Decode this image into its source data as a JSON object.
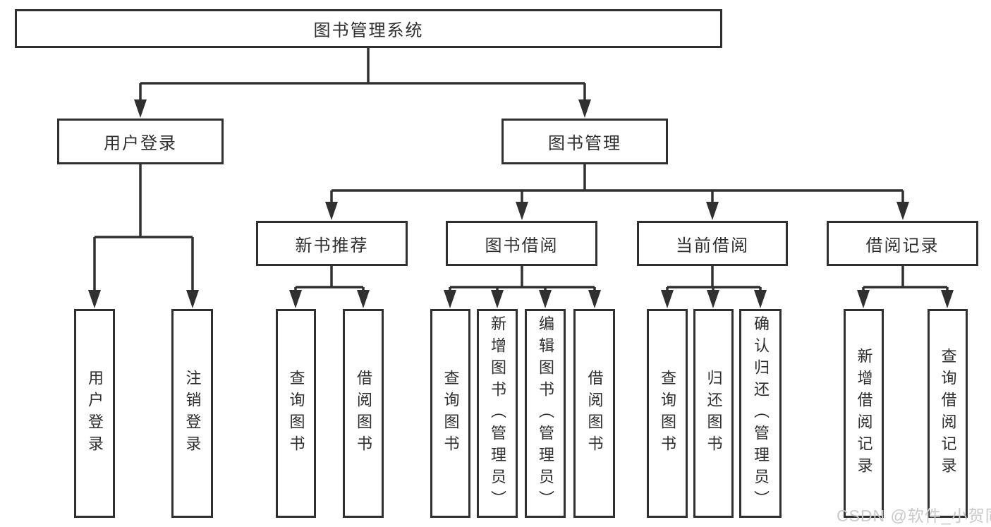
{
  "tree": {
    "root": {
      "label": "图书管理系统",
      "children": [
        {
          "label": "用户登录",
          "children": [
            {
              "label": "用户登录"
            },
            {
              "label": "注销登录"
            }
          ]
        },
        {
          "label": "图书管理",
          "children": [
            {
              "label": "新书推荐",
              "children": [
                {
                  "label": "查询图书"
                },
                {
                  "label": "借阅图书"
                }
              ]
            },
            {
              "label": "图书借阅",
              "children": [
                {
                  "label": "查询图书"
                },
                {
                  "label": "新增图书（管理员）"
                },
                {
                  "label": "编辑图书（管理员）"
                },
                {
                  "label": "借阅图书"
                }
              ]
            },
            {
              "label": "当前借阅",
              "children": [
                {
                  "label": "查询图书"
                },
                {
                  "label": "归还图书"
                },
                {
                  "label": "确认归还（管理员）"
                }
              ]
            },
            {
              "label": "借阅记录",
              "children": [
                {
                  "label": "新增借阅记录"
                },
                {
                  "label": "查询借阅记录"
                }
              ]
            }
          ]
        }
      ]
    }
  },
  "watermark": {
    "text": "CSDN @软件_小贺同学"
  },
  "colors": {
    "line": "#303030",
    "text": "#2e2e2e",
    "watermark": "#c9c9c9",
    "background": "#ffffff"
  }
}
